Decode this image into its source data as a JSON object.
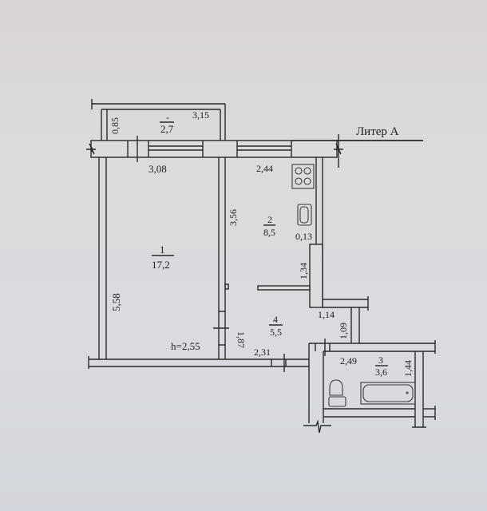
{
  "plan": {
    "building_label": "Литер А",
    "ceiling_height": "h=2,55",
    "rooms": [
      {
        "number": "1",
        "area": "17,2"
      },
      {
        "number": "2",
        "area": "8,5"
      },
      {
        "number": "3",
        "area": "3,6"
      },
      {
        "number": "4",
        "area": "5,5"
      },
      {
        "number": "-",
        "area": "2,7"
      }
    ],
    "dimensions": {
      "balcony_depth": "0,85",
      "balcony_length": "3,15",
      "room1_width": "3,08",
      "room1_length": "5,58",
      "kitchen_width": "2,44",
      "kitchen_length": "3,56",
      "kitchen_niche": "0,13",
      "kitchen_wall": "1,34",
      "hall_length": "1,87",
      "hall_width": "2,31",
      "corridor_width": "1,14",
      "corridor_length": "1,09",
      "bath_width": "2,49",
      "bath_length": "1,44"
    },
    "fixtures": [
      "stove-icon",
      "sink-icon",
      "toilet-icon",
      "bathtub-icon"
    ]
  }
}
